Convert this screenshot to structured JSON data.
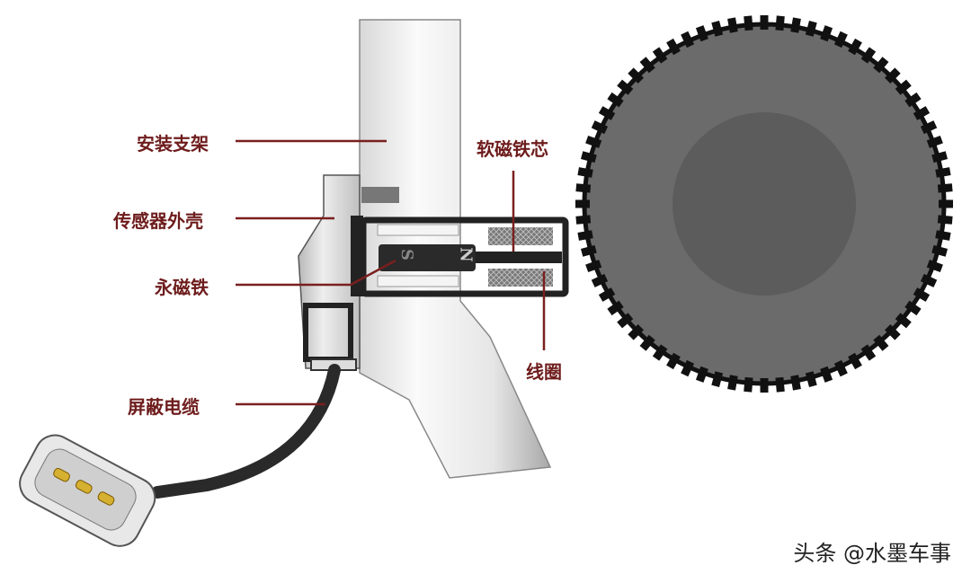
{
  "labels": {
    "bracket": "安装支架",
    "housing": "传感器外壳",
    "magnet": "永磁铁",
    "cable": "屏蔽电缆",
    "core": "软磁铁芯",
    "coil": "线圈"
  },
  "magnet_poles": {
    "south": "S",
    "north": "N"
  },
  "watermark": "头条 @水墨车事",
  "colors": {
    "label": "#6e1c1c",
    "gear": "#6b6b6b",
    "hub": "#555555"
  }
}
